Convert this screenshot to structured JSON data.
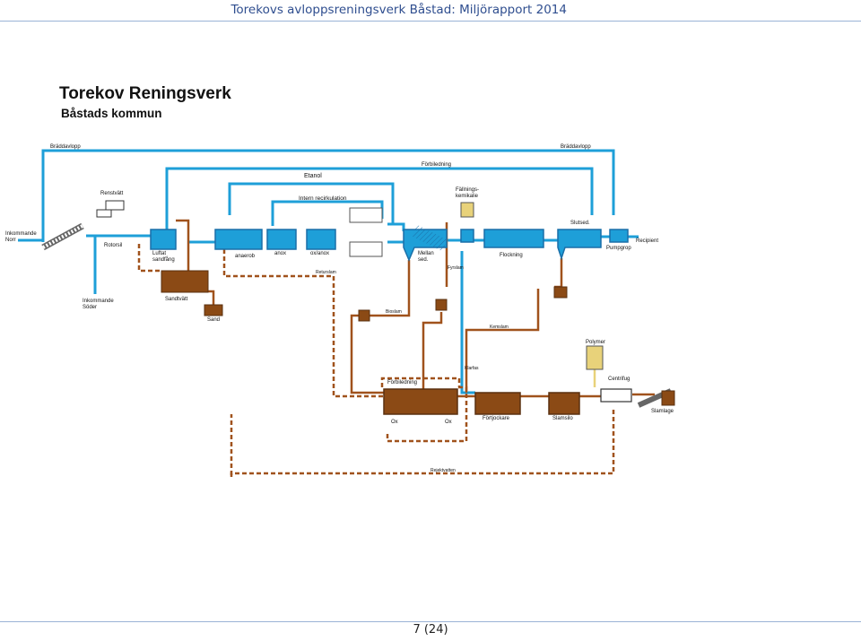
{
  "header": {
    "text": "Torekovs avloppsreningsverk Båstad: Miljörapport 2014"
  },
  "diagram": {
    "title": "Torekov Reningsverk",
    "subtitle": "Båstads kommun",
    "labels": {
      "breddavlopp_left": "Bräddavlopp",
      "breddavlopp_right": "Bräddavlopp",
      "forbiledning_top": "Förbiledning",
      "etanol": "Etanol",
      "intern_recirkulation": "Intern recirkulation",
      "fallningskemikalie": "Fällnings-\nkemikalie",
      "slutsed": "Slutsed.",
      "renstvatt": "Renstvätt",
      "inkommande_norr": "Inkommande\nNorr",
      "rotorsil": "Rotorsil",
      "luftat_sandfang": "Luftat\nsandfång",
      "anaerob": "anaerob",
      "anox": "anox",
      "ox_anox": "ox/anox",
      "mellan_sed": "Mellan\nsed.",
      "flockning": "Flockning",
      "pumpgrop": "Pumpgrop",
      "recipient": "Recipient",
      "inkommande_soder": "Inkommande\nSöder",
      "sandtvatt": "Sandtvätt",
      "sand": "Sand",
      "returslam": "Returslam",
      "bioslam": "Bioslam",
      "kemslam": "Kemslam",
      "fyrslam": "Fyrslam",
      "klarfas": "Klarfas",
      "polymer": "Polymer",
      "centrifug": "Centrifug",
      "forbiledning_bottom": "Förbiledning",
      "ox_left": "Ox",
      "ox_right": "Ox",
      "fortjockare": "Förtjockare",
      "slamsilo": "Slamsilo",
      "slamlage": "Slamlage",
      "rejektvatten": "Rejektvatten"
    }
  },
  "footer": {
    "page": "7 (24)"
  },
  "colors": {
    "water": "#1e9fd8",
    "sludge": "#a0521c",
    "return_sludge": "#a0521c",
    "tank_outline": "#1a6fa8",
    "sludge_fill": "#8b4a15"
  }
}
